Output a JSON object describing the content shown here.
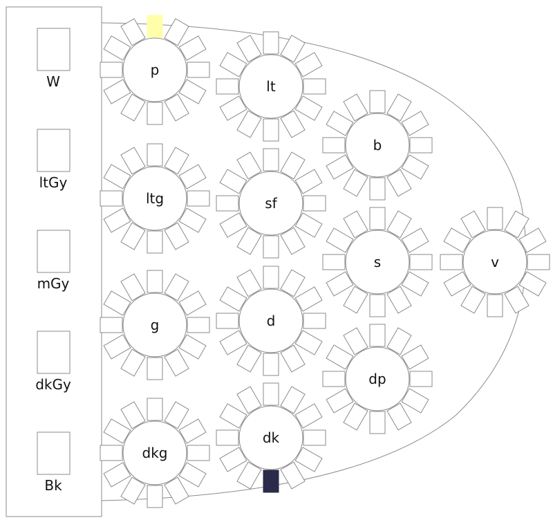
{
  "head_table": {
    "seats": [
      {
        "label": "W"
      },
      {
        "label": "ltGy"
      },
      {
        "label": "mGy"
      },
      {
        "label": "dkGy"
      },
      {
        "label": "Bk"
      }
    ]
  },
  "tables": [
    {
      "label": "p",
      "highlight": {
        "seat": 0,
        "color": "#ffffaa"
      }
    },
    {
      "label": "lt"
    },
    {
      "label": "b"
    },
    {
      "label": "ltg"
    },
    {
      "label": "sf"
    },
    {
      "label": "s"
    },
    {
      "label": "v"
    },
    {
      "label": "g"
    },
    {
      "label": "d"
    },
    {
      "label": "dp"
    },
    {
      "label": "dkg"
    },
    {
      "label": "dk",
      "highlight": {
        "seat": 6,
        "color": "#2a2a4a"
      }
    }
  ],
  "colors": {
    "stroke": "#8a8a8a",
    "background": "#ffffff"
  }
}
